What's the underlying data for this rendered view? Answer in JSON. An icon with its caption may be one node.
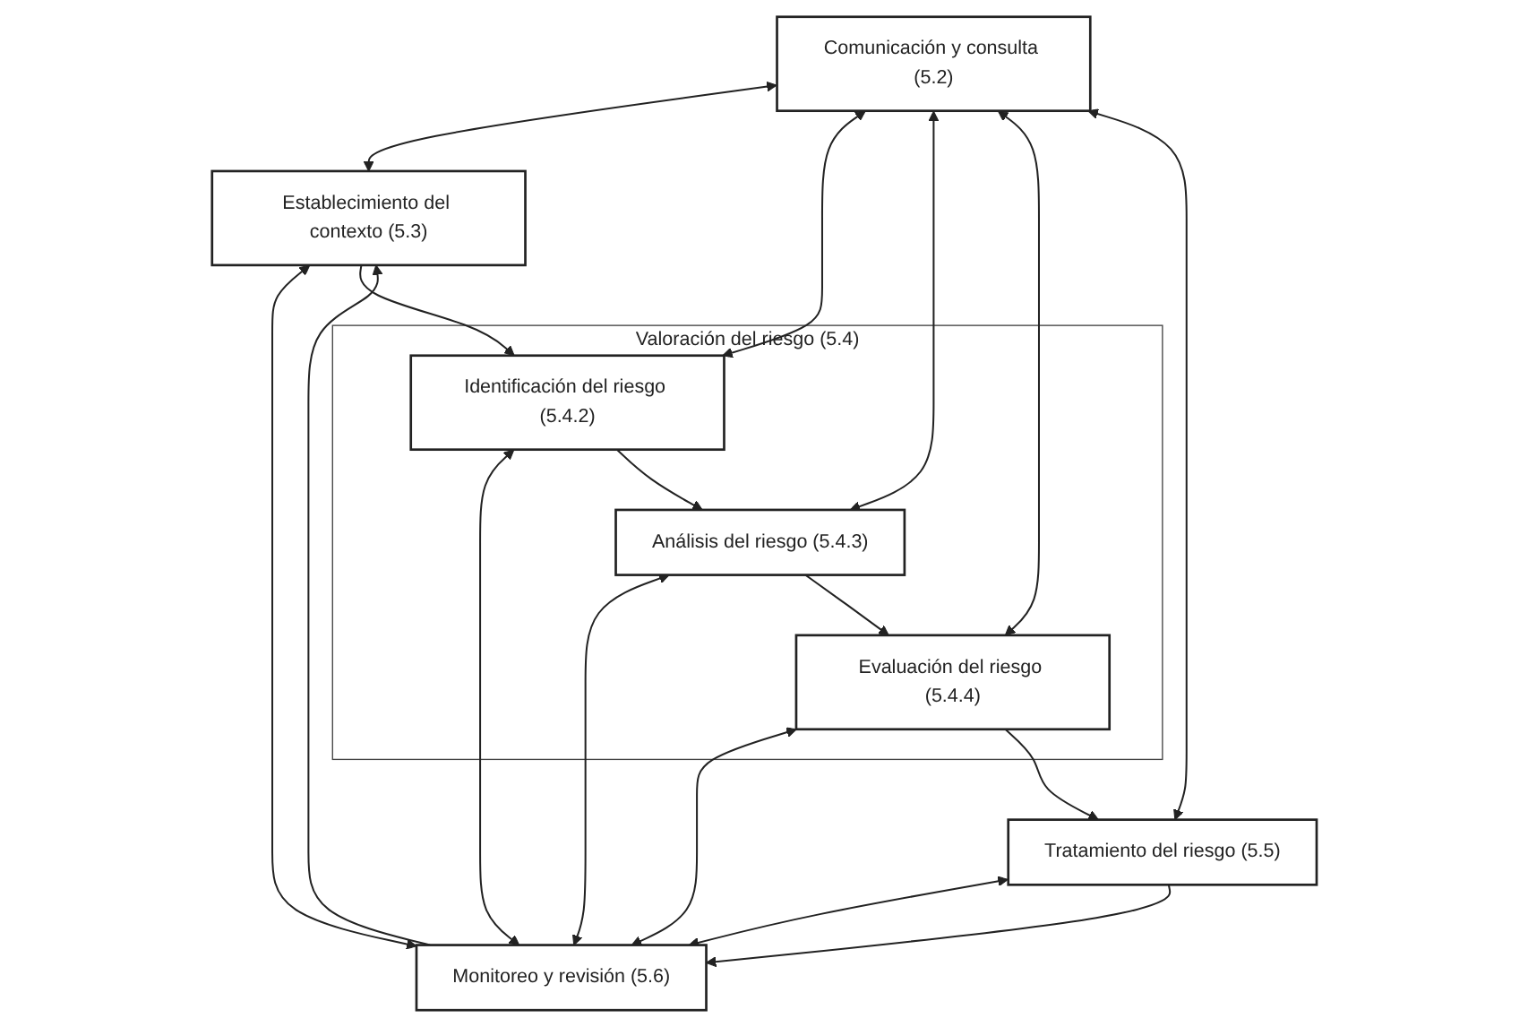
{
  "diagram": {
    "nodes": [
      {
        "text": [
          "Comunicación y consulta (5.2)"
        ]
      },
      {
        "text": [
          "Establecimiento del contexto (5.3)"
        ]
      },
      {
        "text": [
          "Valoración del riesgo (5.4)"
        ]
      },
      {
        "text": [
          "Identificación del riesgo (5.4.2)"
        ],
        "in": 2
      },
      {
        "text": [
          "Análisis del riesgo (5.4.3)"
        ],
        "in": 2
      },
      {
        "text": [
          "Evaluación del riesgo (5.4.4)"
        ],
        "in": 2
      },
      {
        "text": [
          "Tratamiento del riesgo (5.5)"
        ]
      },
      {
        "text": [
          "Monitoreo y revisión (5.6)"
        ]
      }
    ],
    "edges": [
      {
        "from": 0,
        "to": 1,
        "arrow": "both"
      },
      {
        "from": 1,
        "to": 7,
        "arrow": "both"
      },
      {
        "from": 0,
        "to": 3,
        "arrow": "both"
      },
      {
        "from": 3,
        "to": 7,
        "arrow": "both"
      },
      {
        "from": 0,
        "to": 4,
        "arrow": "both"
      },
      {
        "from": 4,
        "to": 7,
        "arrow": "both"
      },
      {
        "from": 0,
        "to": 5,
        "arrow": "both"
      },
      {
        "from": 5,
        "to": 7,
        "arrow": "both"
      },
      {
        "from": 0,
        "to": 6,
        "arrow": "both"
      },
      {
        "from": 6,
        "to": 7,
        "arrow": "both"
      },
      {
        "from": 1,
        "to": 3,
        "arrow": "to"
      },
      {
        "from": 3,
        "to": 4,
        "arrow": "to"
      },
      {
        "from": 4,
        "to": 5,
        "arrow": "to"
      },
      {
        "from": 5,
        "to": 6,
        "arrow": "to"
      },
      {
        "from": 7,
        "to": 1,
        "arrow": "to"
      },
      {
        "from": 6,
        "to": 7,
        "arrow": "to"
      }
    ]
  }
}
